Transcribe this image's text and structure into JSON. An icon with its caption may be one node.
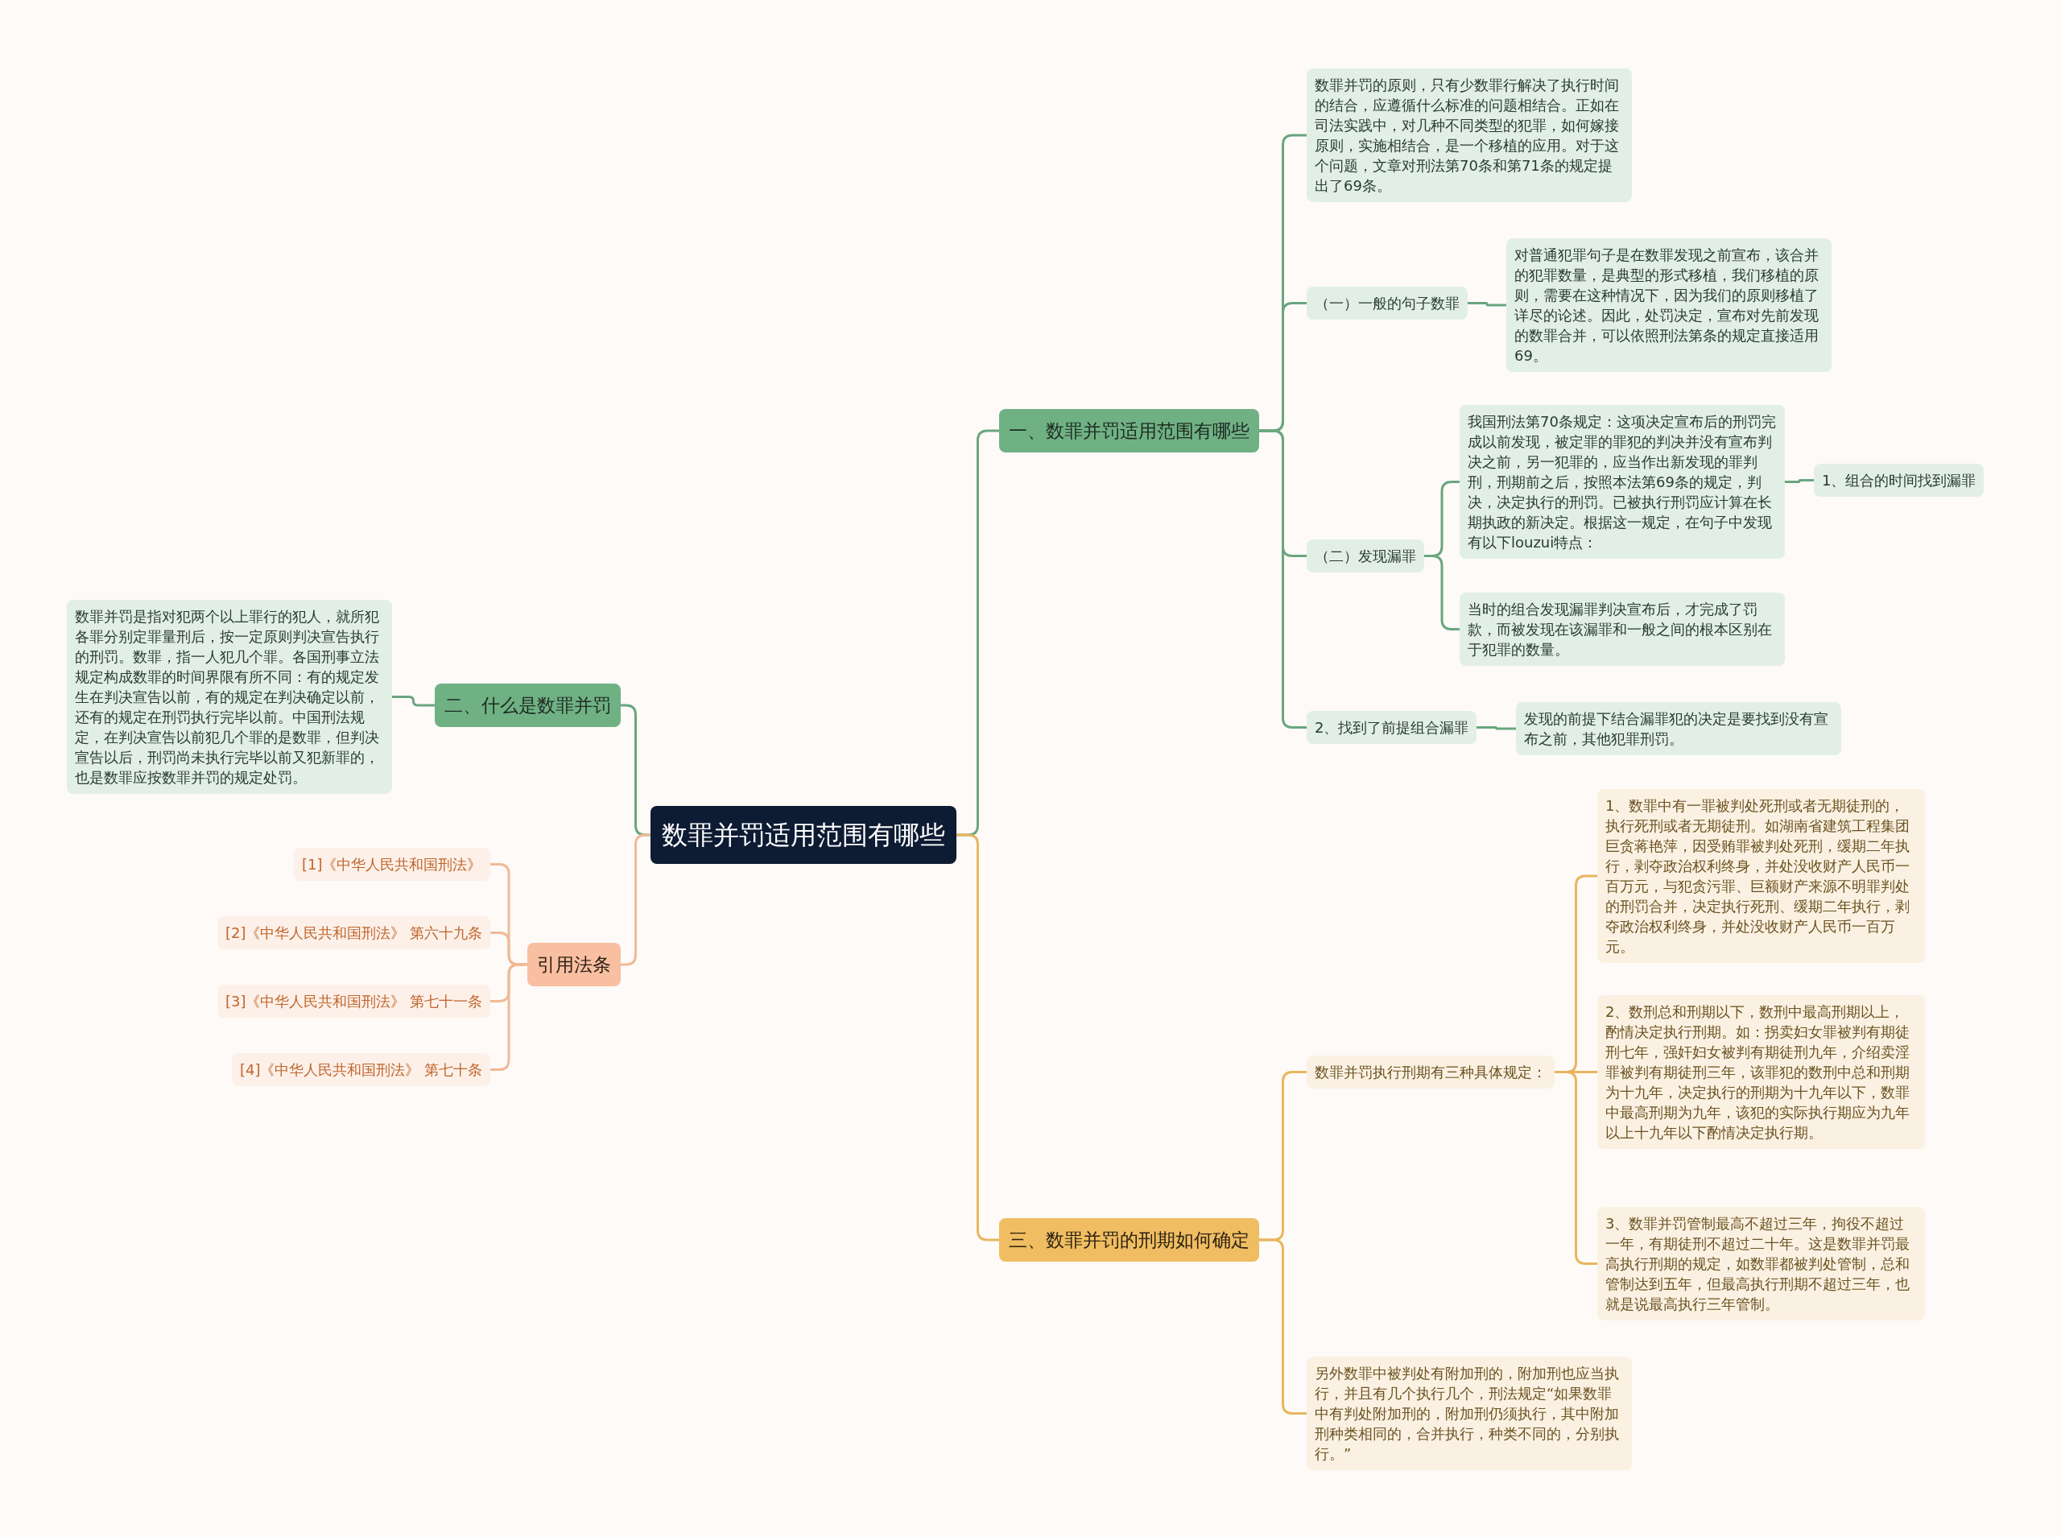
{
  "diagram": {
    "nodes": [
      {
        "text": [
          "数罪并罚适用范围有哪些"
        ]
      },
      {
        "text": [
          "一、数罪并罚适用范围有哪些"
        ]
      },
      {
        "text": [
          "数罪并罚的原则，只有少数罪行解决了执行时间的结合，应遵循什么标准的问题相结合。正如在司法实践中，对几种不同类型的犯罪，如何嫁接原则，实施相结合，是一个移植的应用。对于这个问题，文章对刑法第70条和第71条的规定提出了69条。"
        ]
      },
      {
        "text": [
          "（一）一般的句子数罪"
        ]
      },
      {
        "text": [
          "对普通犯罪句子是在数罪发现之前宣布，该合并的犯罪数量，是典型的形式移植，我们移植的原则，需要在这种情况下，因为我们的原则移植了详尽的论述。因此，处罚决定，宣布对先前发现的数罪合并，可以依照刑法第条的规定直接适用69。"
        ]
      },
      {
        "text": [
          "（二）发现漏罪"
        ]
      },
      {
        "text": [
          "我国刑法第70条规定：这项决定宣布后的刑罚完成以前发现，被定罪的罪犯的判决并没有宣布判决之前，另一犯罪的，应当作出新发现的罪判刑，刑期前之后，按照本法第69条的规定，判决，决定执行的刑罚。已被执行刑罚应计算在长期执政的新决定。根据这一规定，在句子中发现有以下louzui特点："
        ]
      },
      {
        "text": [
          "1、组合的时间找到漏罪"
        ]
      },
      {
        "text": [
          "当时的组合发现漏罪判决宣布后，才完成了罚款，而被发现在该漏罪和一般之间的根本区别在于犯罪的数量。"
        ]
      },
      {
        "text": [
          "2、找到了前提组合漏罪"
        ]
      },
      {
        "text": [
          "发现的前提下结合漏罪犯的决定是要找到没有宣布之前，其他犯罪刑罚。"
        ]
      },
      {
        "text": [
          "二、什么是数罪并罚"
        ]
      },
      {
        "text": [
          "数罪并罚是指对犯两个以上罪行的犯人，就所犯各罪分别定罪量刑后，按一定原则判决宣告执行的刑罚。数罪，指一人犯几个罪。各国刑事立法规定构成数罪的时间界限有所不同：有的规定发生在判决宣告以前，有的规定在判决确定以前，还有的规定在刑罚执行完毕以前。中国刑法规定，在判决宣告以前犯几个罪的是数罪，但判决宣告以后，刑罚尚未执行完毕以前又犯新罪的，也是数罪应按数罪并罚的规定处罚。"
        ]
      },
      {
        "text": [
          "引用法条"
        ]
      },
      {
        "text": [
          "[1]《中华人民共和国刑法》"
        ]
      },
      {
        "text": [
          "[2]《中华人民共和国刑法》 第六十九条"
        ]
      },
      {
        "text": [
          "[3]《中华人民共和国刑法》 第七十一条"
        ]
      },
      {
        "text": [
          "[4]《中华人民共和国刑法》 第七十条"
        ]
      },
      {
        "text": [
          "三、数罪并罚的刑期如何确定"
        ]
      },
      {
        "text": [
          "数罪并罚执行刑期有三种具体规定："
        ]
      },
      {
        "text": [
          "1、数罪中有一罪被判处死刑或者无期徒刑的，执行死刑或者无期徒刑。如湖南省建筑工程集团巨贪蒋艳萍，因受贿罪被判处死刑，缓期二年执行，剥夺政治权利终身，并处没收财产人民币一百万元，与犯贪污罪、巨额财产来源不明罪判处的刑罚合并，决定执行死刑、缓期二年执行，剥夺政治权利终身，并处没收财产人民币一百万元。"
        ]
      },
      {
        "text": [
          "2、数刑总和刑期以下，数刑中最高刑期以上，酌情决定执行刑期。如：拐卖妇女罪被判有期徒刑七年，强奸妇女被判有期徒刑九年，介绍卖淫罪被判有期徒刑三年，该罪犯的数刑中总和刑期为十九年，决定执行的刑期为十九年以下，数罪中最高刑期为九年，该犯的实际执行期应为九年以上十九年以下酌情决定执行期。"
        ]
      },
      {
        "text": [
          "3、数罪并罚管制最高不超过三年，拘役不超过一年，有期徒刑不超过二十年。这是数罪并罚最高执行刑期的规定，如数罪都被判处管制，总和管制达到五年，但最高执行刑期不超过三年，也就是说最高执行三年管制。"
        ]
      },
      {
        "text": [
          "另外数罪中被判处有附加刑的，附加刑也应当执行，并且有几个执行几个，刑法规定“如果数罪中有判处附加刑的，附加刑仍须执行，其中附加刑种类相同的，合并执行，种类不同的，分别执行。”"
        ]
      }
    ],
    "edges": [
      {
        "from": 0,
        "to": 1,
        "arrow": "none"
      },
      {
        "from": 1,
        "to": 2,
        "arrow": "none"
      },
      {
        "from": 1,
        "to": 3,
        "arrow": "none"
      },
      {
        "from": 3,
        "to": 4,
        "arrow": "none"
      },
      {
        "from": 1,
        "to": 5,
        "arrow": "none"
      },
      {
        "from": 5,
        "to": 6,
        "arrow": "none"
      },
      {
        "from": 6,
        "to": 7,
        "arrow": "none"
      },
      {
        "from": 5,
        "to": 8,
        "arrow": "none"
      },
      {
        "from": 1,
        "to": 9,
        "arrow": "none"
      },
      {
        "from": 9,
        "to": 10,
        "arrow": "none"
      },
      {
        "from": 0,
        "to": 11,
        "arrow": "none"
      },
      {
        "from": 11,
        "to": 12,
        "arrow": "none"
      },
      {
        "from": 0,
        "to": 13,
        "arrow": "none",
        "color": "#f2b995"
      },
      {
        "from": 13,
        "to": 14,
        "arrow": "none",
        "color": "#f2b995"
      },
      {
        "from": 13,
        "to": 15,
        "arrow": "none",
        "color": "#f2b995"
      },
      {
        "from": 13,
        "to": 16,
        "arrow": "none",
        "color": "#f2b995"
      },
      {
        "from": 13,
        "to": 17,
        "arrow": "none",
        "color": "#f2b995"
      },
      {
        "from": 0,
        "to": 18,
        "arrow": "none",
        "color": "#e8b65c"
      },
      {
        "from": 18,
        "to": 19,
        "arrow": "none",
        "color": "#e8b65c"
      },
      {
        "from": 19,
        "to": 20,
        "arrow": "none",
        "color": "#e8b65c"
      },
      {
        "from": 19,
        "to": 21,
        "arrow": "none",
        "color": "#e8b65c"
      },
      {
        "from": 19,
        "to": 22,
        "arrow": "none",
        "color": "#e8b65c"
      },
      {
        "from": 18,
        "to": 23,
        "arrow": "none",
        "color": "#e8b65c"
      }
    ]
  }
}
